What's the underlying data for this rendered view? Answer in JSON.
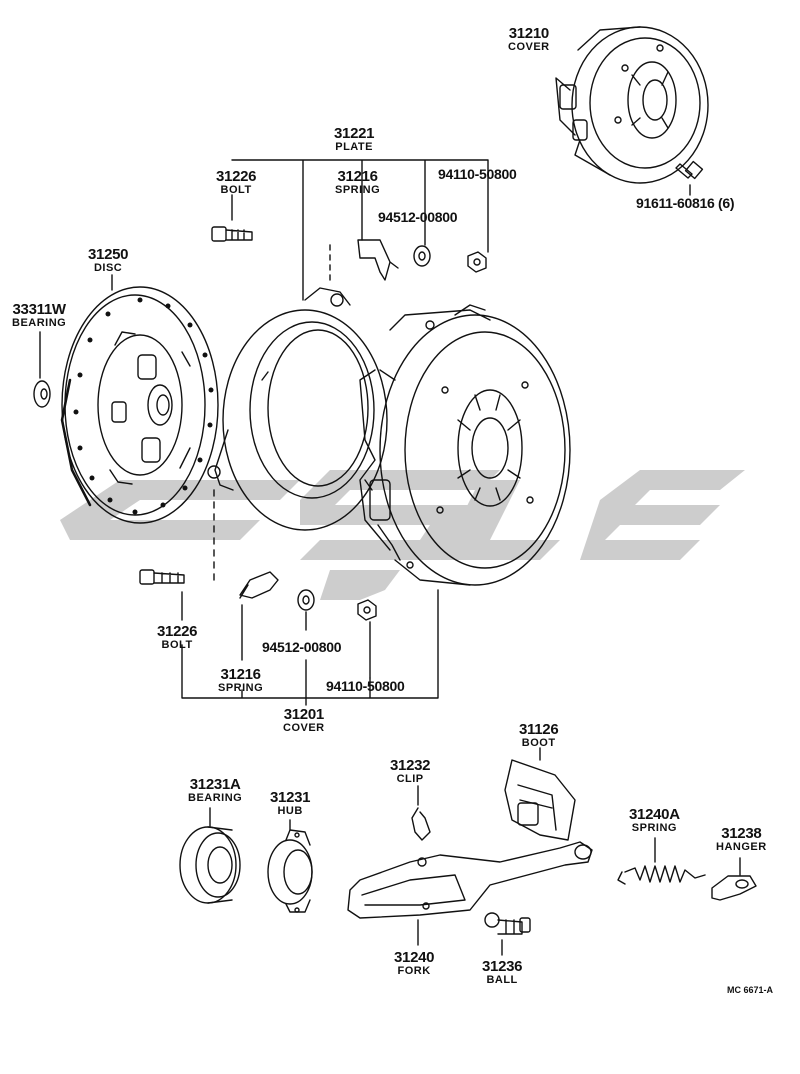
{
  "parts": [
    {
      "id": "p31210",
      "number": "31210",
      "name": "COVER"
    },
    {
      "id": "p31221",
      "number": "31221",
      "name": "PLATE"
    },
    {
      "id": "p31226a",
      "number": "31226",
      "name": "BOLT"
    },
    {
      "id": "p31216a",
      "number": "31216",
      "name": "SPRING"
    },
    {
      "id": "p94110a",
      "number": "94110-50800",
      "name": ""
    },
    {
      "id": "p94512a",
      "number": "94512-00800",
      "name": ""
    },
    {
      "id": "p91611",
      "number": "91611-60816 (6)",
      "name": ""
    },
    {
      "id": "p31250",
      "number": "31250",
      "name": "DISC"
    },
    {
      "id": "p33311w",
      "number": "33311W",
      "name": "BEARING"
    },
    {
      "id": "p31226b",
      "number": "31226",
      "name": "BOLT"
    },
    {
      "id": "p94512b",
      "number": "94512-00800",
      "name": ""
    },
    {
      "id": "p31216b",
      "number": "31216",
      "name": "SPRING"
    },
    {
      "id": "p94110b",
      "number": "94110-50800",
      "name": ""
    },
    {
      "id": "p31201",
      "number": "31201",
      "name": "COVER"
    },
    {
      "id": "p31126",
      "number": "31126",
      "name": "BOOT"
    },
    {
      "id": "p31232",
      "number": "31232",
      "name": "CLIP"
    },
    {
      "id": "p31231a",
      "number": "31231A",
      "name": "BEARING"
    },
    {
      "id": "p31231",
      "number": "31231",
      "name": "HUB"
    },
    {
      "id": "p31240a",
      "number": "31240A",
      "name": "SPRING"
    },
    {
      "id": "p31238",
      "number": "31238",
      "name": "HANGER"
    },
    {
      "id": "p31240",
      "number": "31240",
      "name": "FORK"
    },
    {
      "id": "p31236",
      "number": "31236",
      "name": "BALL"
    }
  ],
  "reference": "MC 6671-A"
}
